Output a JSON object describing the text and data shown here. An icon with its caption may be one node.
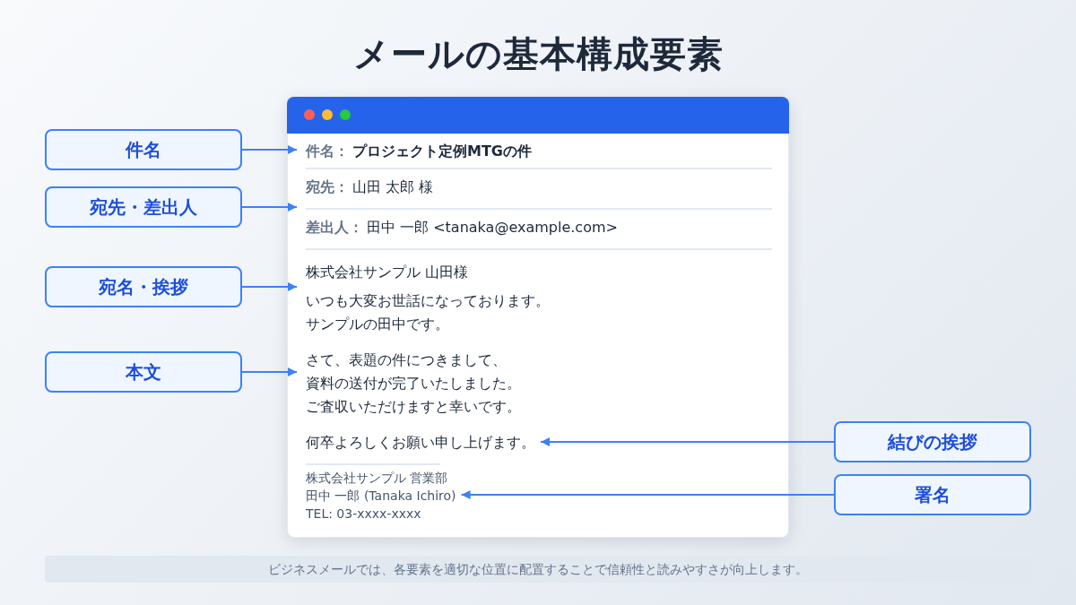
{
  "diagram": {
    "title": "メールの基本構成要素",
    "caption": "ビジネスメールでは、各要素を適切な位置に配置することで信頼性と読みやすさが向上します。",
    "nodes": [
      {
        "text": [
          "件名"
        ]
      },
      {
        "text": [
          "宛先・差出人"
        ]
      },
      {
        "text": [
          "宛名・挨拶"
        ]
      },
      {
        "text": [
          "本文"
        ]
      },
      {
        "text": [],
        "shape": "window"
      },
      {
        "text": [
          "件名：",
          "プロジェクト定例MTGの件"
        ],
        "in": 4
      },
      {
        "text": [
          "宛先：",
          "山田 太郎 様",
          "差出人：",
          "田中 一郎 <tanaka@example.com>"
        ],
        "in": 4
      },
      {
        "text": [
          "株式会社サンプル 山田様",
          "いつも大変お世話になっております。",
          "サンプルの田中です。"
        ],
        "in": 4
      },
      {
        "text": [
          "さて、表題の件につきまして、",
          "資料の送付が完了いたしました。",
          "ご査収いただけますと幸いです。"
        ],
        "in": 4
      },
      {
        "text": [
          "何卒よろしくお願い申し上げます。"
        ],
        "in": 4
      },
      {
        "text": [
          "株式会社サンプル 営業部",
          "田中 一郎 (Tanaka Ichiro)",
          "TEL: 03-xxxx-xxxx"
        ],
        "in": 4
      },
      {
        "text": [
          "結びの挨拶"
        ]
      },
      {
        "text": [
          "署名"
        ]
      }
    ],
    "edges": [
      {
        "from": 0,
        "to": 5,
        "arrow": "to"
      },
      {
        "from": 1,
        "to": 6,
        "arrow": "to"
      },
      {
        "from": 2,
        "to": 7,
        "arrow": "to"
      },
      {
        "from": 3,
        "to": 8,
        "arrow": "to"
      },
      {
        "from": 11,
        "to": 9,
        "arrow": "to"
      },
      {
        "from": 12,
        "to": 10,
        "arrow": "to"
      }
    ]
  }
}
